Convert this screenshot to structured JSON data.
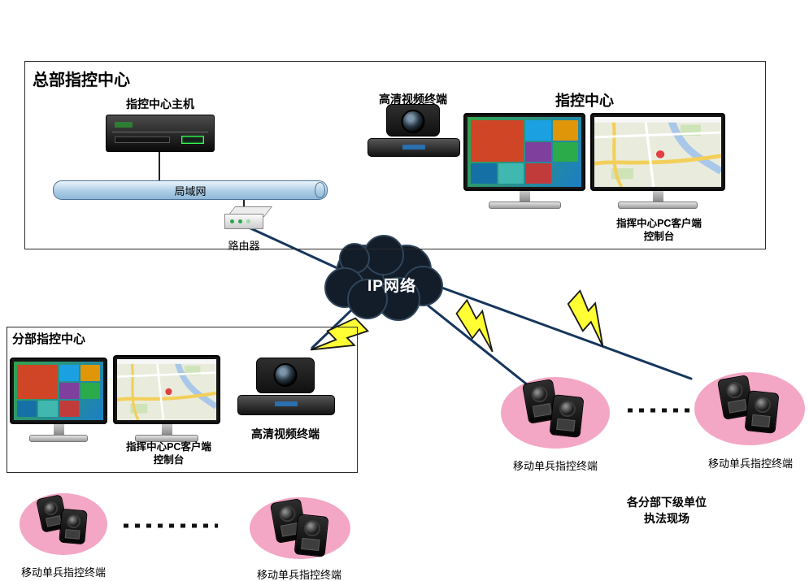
{
  "hq": {
    "title": "总部指控中心",
    "host_label": "指控中心主机",
    "hd_terminal_label": "高清视频终端",
    "center_label": "指控中心",
    "lan_label": "局域网",
    "router_label": "路由器",
    "console_line1": "指挥中心PC客户端",
    "console_line2": "控制台"
  },
  "cloud": {
    "label": "IP网络"
  },
  "branch": {
    "title": "分部指控中心",
    "console_line1": "指挥中心PC客户端",
    "console_line2": "控制台",
    "hd_terminal_label": "高清视频终端"
  },
  "field_right": {
    "terminal1_label": "移动单兵指控终端",
    "terminal2_label": "移动单兵指控终端",
    "caption_line1": "各分部下级单位",
    "caption_line2": "执法现场"
  },
  "field_bottom": {
    "terminal1_label": "移动单兵指控终端",
    "terminal2_label": "移动单兵指控终端"
  },
  "icons": {
    "server": "server-icon",
    "router": "router-icon",
    "video_terminal": "ptz-camera-icon",
    "monitor_start": "monitor-start-screen-icon",
    "monitor_map": "monitor-map-icon",
    "body_camera": "body-camera-icon",
    "cloud": "network-cloud-icon",
    "lightning": "wireless-link-icon"
  },
  "colors": {
    "lan_fill": "#aecde6",
    "pink_zone": "#f3a7c4",
    "lightning_yellow": "#ffff33",
    "cloud_dark": "#121d29",
    "line_navy": "#17365d"
  }
}
